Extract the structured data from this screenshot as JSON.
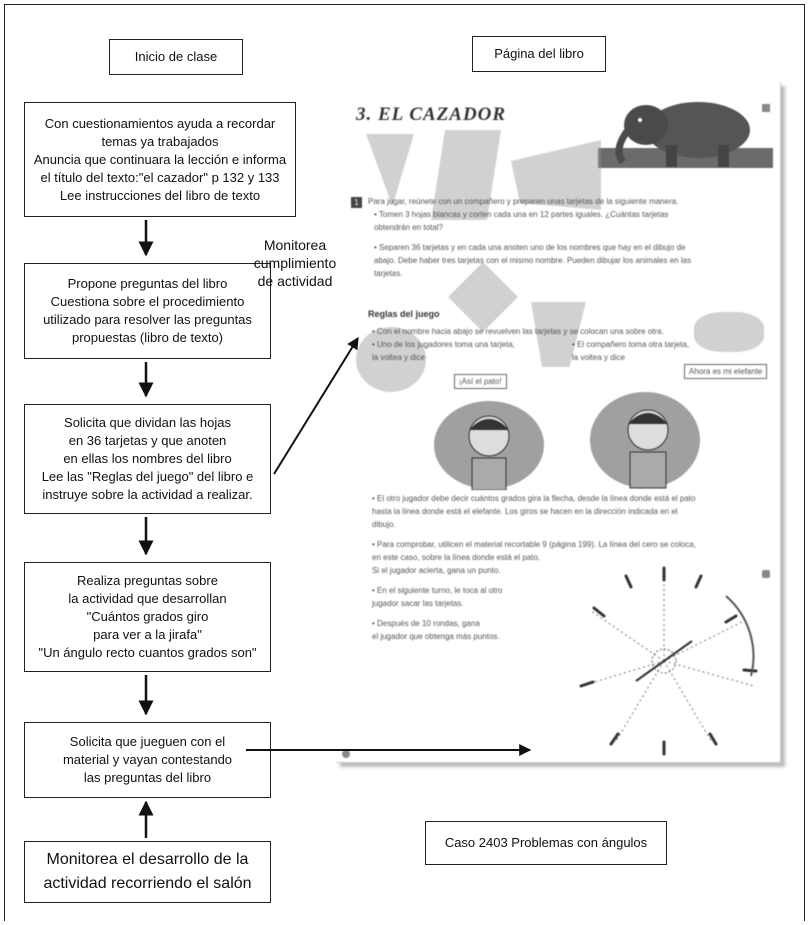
{
  "header": {
    "start_label": "Inicio de clase",
    "book_label": "Página del libro"
  },
  "flow": {
    "step1": [
      "Con cuestionamientos ayuda a recordar",
      "temas ya trabajados",
      "Anuncia que continuara la lección e informa",
      "el título del texto:\"el cazador\" p 132 y 133",
      "Lee instrucciones del libro de texto"
    ],
    "step2": [
      "Propone preguntas del libro",
      "Cuestiona sobre el procedimiento",
      "utilizado para resolver las preguntas",
      "propuestas (libro de texto)"
    ],
    "step3": [
      "Solicita que dividan las hojas",
      "en 36 tarjetas y que anoten",
      "en ellas los nombres del libro",
      "Lee las \"Reglas del juego\" del libro e",
      "instruye sobre la actividad a realizar."
    ],
    "step4": [
      "Realiza preguntas sobre",
      "la actividad que desarrollan",
      "\"Cuántos grados giro",
      "para ver a la jirafa\"",
      "\"Un ángulo recto cuantos grados son\""
    ],
    "step5": [
      "Solicita que jueguen con el",
      "material y vayan contestando",
      "las preguntas del libro"
    ],
    "monitor_box": [
      "Monitorea el desarrollo de la",
      "actividad recorriendo el salón"
    ],
    "side_note": [
      "Monitorea",
      "cumplimiento",
      "de actividad"
    ]
  },
  "book_page": {
    "title": "3.  EL CAZADOR",
    "section_heading": "Reglas del juego",
    "bubble1": "¡Así el pato!",
    "bubble2": "Ahora es mi elefante",
    "lines": [
      "Para jugar, reúnete con un compañero y preparen unas tarjetas de la siguiente manera.",
      "• Tomen 3 hojas blancas y corten cada una en 12 partes iguales. ¿Cuántas tarjetas",
      "  obtendrán en total?",
      "• Separen 36 tarjetas y en cada una anoten uno de los nombres que hay en el dibujo de",
      "  abajo. Debe haber tres tarjetas con el mismo nombre. Pueden dibujar los animales en las",
      "  tarjetas.",
      "• Con el nombre hacia abajo se revuelven las tarjetas y se colocan una sobre otra.",
      "• Uno de los jugadores toma una tarjeta,",
      "  la voltea y dice",
      "• El compañero toma otra tarjeta,",
      "  la voltea y dice",
      "• El otro jugador debe decir cuántos grados gira la flecha, desde la línea donde está el pato",
      "  hasta la línea donde está el elefante. Los giros se hacen en la dirección indicada en el",
      "  dibujo.",
      "• Para comprobar, utilicen el material recortable 9 (página 199). La línea del cero se coloca,",
      "  en este caso, sobre la línea donde está el pato.",
      "  Si el jugador acierta, gana un punto.",
      "• En el siguiente turno, le toca al otro",
      "  jugador sacar las tarjetas.",
      "• Después de 10 rondas, gana",
      "  el jugador que obtenga más puntos."
    ]
  },
  "caption": "Caso 2403 Problemas con ángulos"
}
